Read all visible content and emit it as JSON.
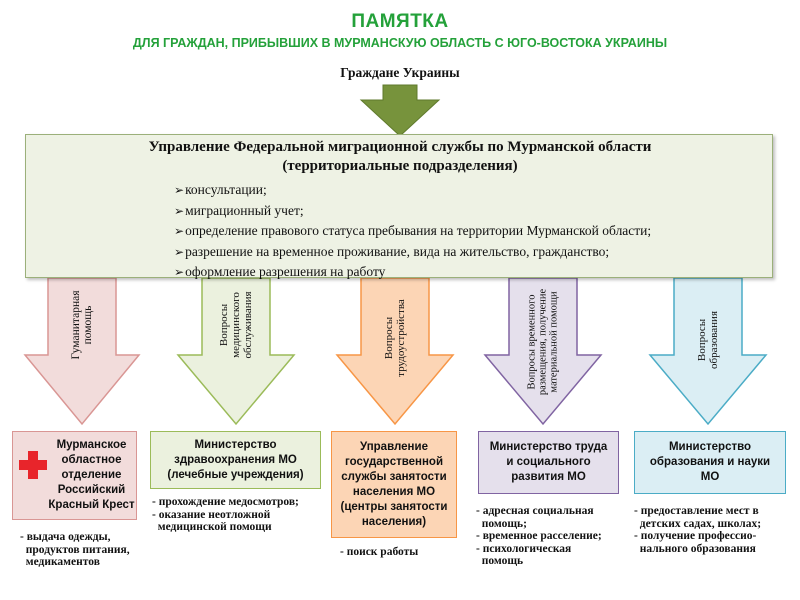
{
  "header": {
    "title": "ПАМЯТКА",
    "subtitle": "ДЛЯ ГРАЖДАН, ПРИБЫВШИХ В МУРМАНСКУЮ ОБЛАСТЬ С ЮГО-ВОСТОКА УКРАИНЫ",
    "source_label": "Граждане Украины"
  },
  "main": {
    "title_line1": "Управление Федеральной миграционной службы по Мурманской области",
    "title_line2": "(территориальные  подразделения)",
    "items": [
      "консультации;",
      "миграционный учет;",
      "определение правового статуса пребывания на территории Мурманской области;",
      "разрешение на временное проживание, вида на жительство, гражданство;",
      "оформление разрешения на работу"
    ]
  },
  "branches": [
    {
      "arrow_label": "Гуманитарная\nпомощь",
      "org": "Мурманское\nобластное\nотделение\nРоссийский\nКрасный Крест",
      "services": "- выдача одежды,\n  продуктов питания,\n  медикаментов",
      "color": "#f2dcdb",
      "border": "#d99694"
    },
    {
      "arrow_label": "Вопросы\nмедицинского\nобслуживания",
      "org": "Министерство\nздравоохранения МО\n(лечебные учреждения)",
      "services": "- прохождение медосмотров;\n- оказание неотложной\n  медицинской помощи",
      "color": "#ebf1de",
      "border": "#9bbb59"
    },
    {
      "arrow_label": "Вопросы\nтрудоустройства",
      "org": "Управление\nгосударственной\nслужбы занятости\nнаселения МО\n(центры занятости\nнаселения)",
      "services": "- поиск работы",
      "color": "#fcd5b5",
      "border": "#f79646"
    },
    {
      "arrow_label": "Вопросы временного\nразмещения, получение\nматериальной помощи",
      "org": "Министерство труда\nи социального\nразвития МО",
      "services": "- адресная социальная\n  помощь;\n- временное расселение;\n- психологическая\n  помощь",
      "color": "#e5e0ec",
      "border": "#8064a2"
    },
    {
      "arrow_label": "Вопросы\nобразования",
      "org": "Министерство\nобразования и науки\nМО",
      "services": "- предоставление мест в\n  детских садах, школах;\n- получение профессио-\n  нального образования",
      "color": "#dbeef4",
      "border": "#4bacc6"
    }
  ]
}
